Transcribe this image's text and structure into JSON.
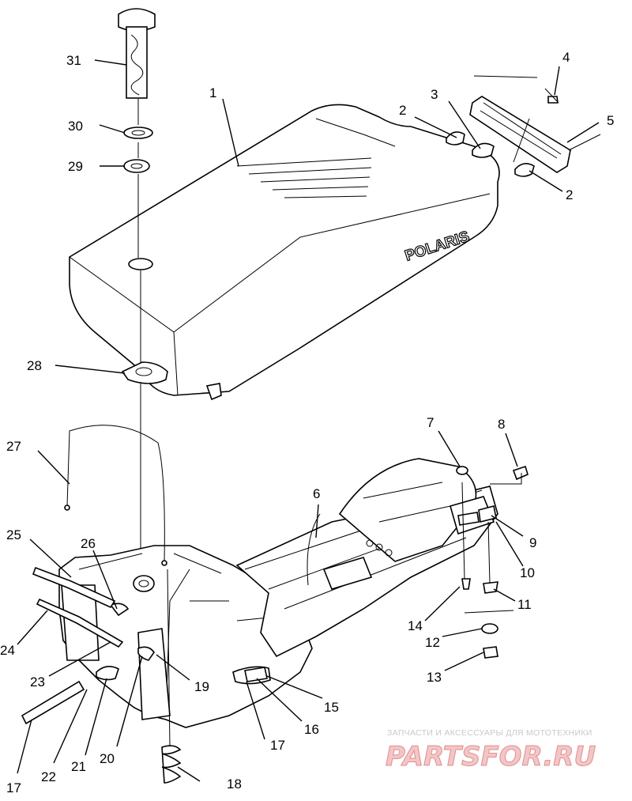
{
  "brand_text": "POLARIS",
  "watermark": {
    "caption": "ЗАПЧАСТИ И АКСЕССУАРЫ ДЛЯ МОТОТЕХНИКИ",
    "logo": "PARTSFOR.RU",
    "logo_color": "#e08e8e"
  },
  "callouts": [
    "1",
    "2",
    "2",
    "3",
    "4",
    "5",
    "6",
    "7",
    "8",
    "9",
    "10",
    "11",
    "12",
    "13",
    "14",
    "15",
    "16",
    "17",
    "17",
    "18",
    "19",
    "20",
    "21",
    "22",
    "23",
    "24",
    "25",
    "26",
    "27",
    "28",
    "29",
    "30",
    "31"
  ]
}
